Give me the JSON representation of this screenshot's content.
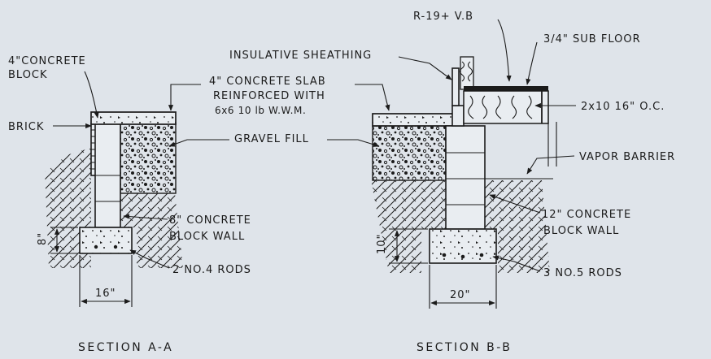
{
  "colors": {
    "background": "#dfe4ea",
    "ink": "#1b1b1b"
  },
  "section_a": {
    "title": "SECTION A-A",
    "labels": {
      "concrete_block_1": "4\"CONCRETE",
      "concrete_block_2": "BLOCK",
      "brick": "BRICK",
      "slab_1": "4\" CONCRETE SLAB",
      "slab_2": "REINFORCED WITH",
      "slab_3": "6x6 10 lb W.W.M.",
      "gravel": "GRAVEL FILL",
      "wall_1": "8\" CONCRETE",
      "wall_2": "BLOCK WALL",
      "rods": "2 NO.4 RODS"
    },
    "dims": {
      "footing_height": "8\"",
      "footing_width": "16\""
    }
  },
  "section_b": {
    "title": "SECTION B-B",
    "labels": {
      "insulation": "R-19+ V.B",
      "subfloor": "3/4\" SUB FLOOR",
      "sheathing": "INSULATIVE SHEATHING",
      "joists": "2x10  16\" O.C.",
      "vapor": "VAPOR BARRIER",
      "wall_1": "12\" CONCRETE",
      "wall_2": "BLOCK WALL",
      "rods": "3 NO.5 RODS"
    },
    "dims": {
      "footing_height": "10\"",
      "footing_width": "20\""
    }
  }
}
